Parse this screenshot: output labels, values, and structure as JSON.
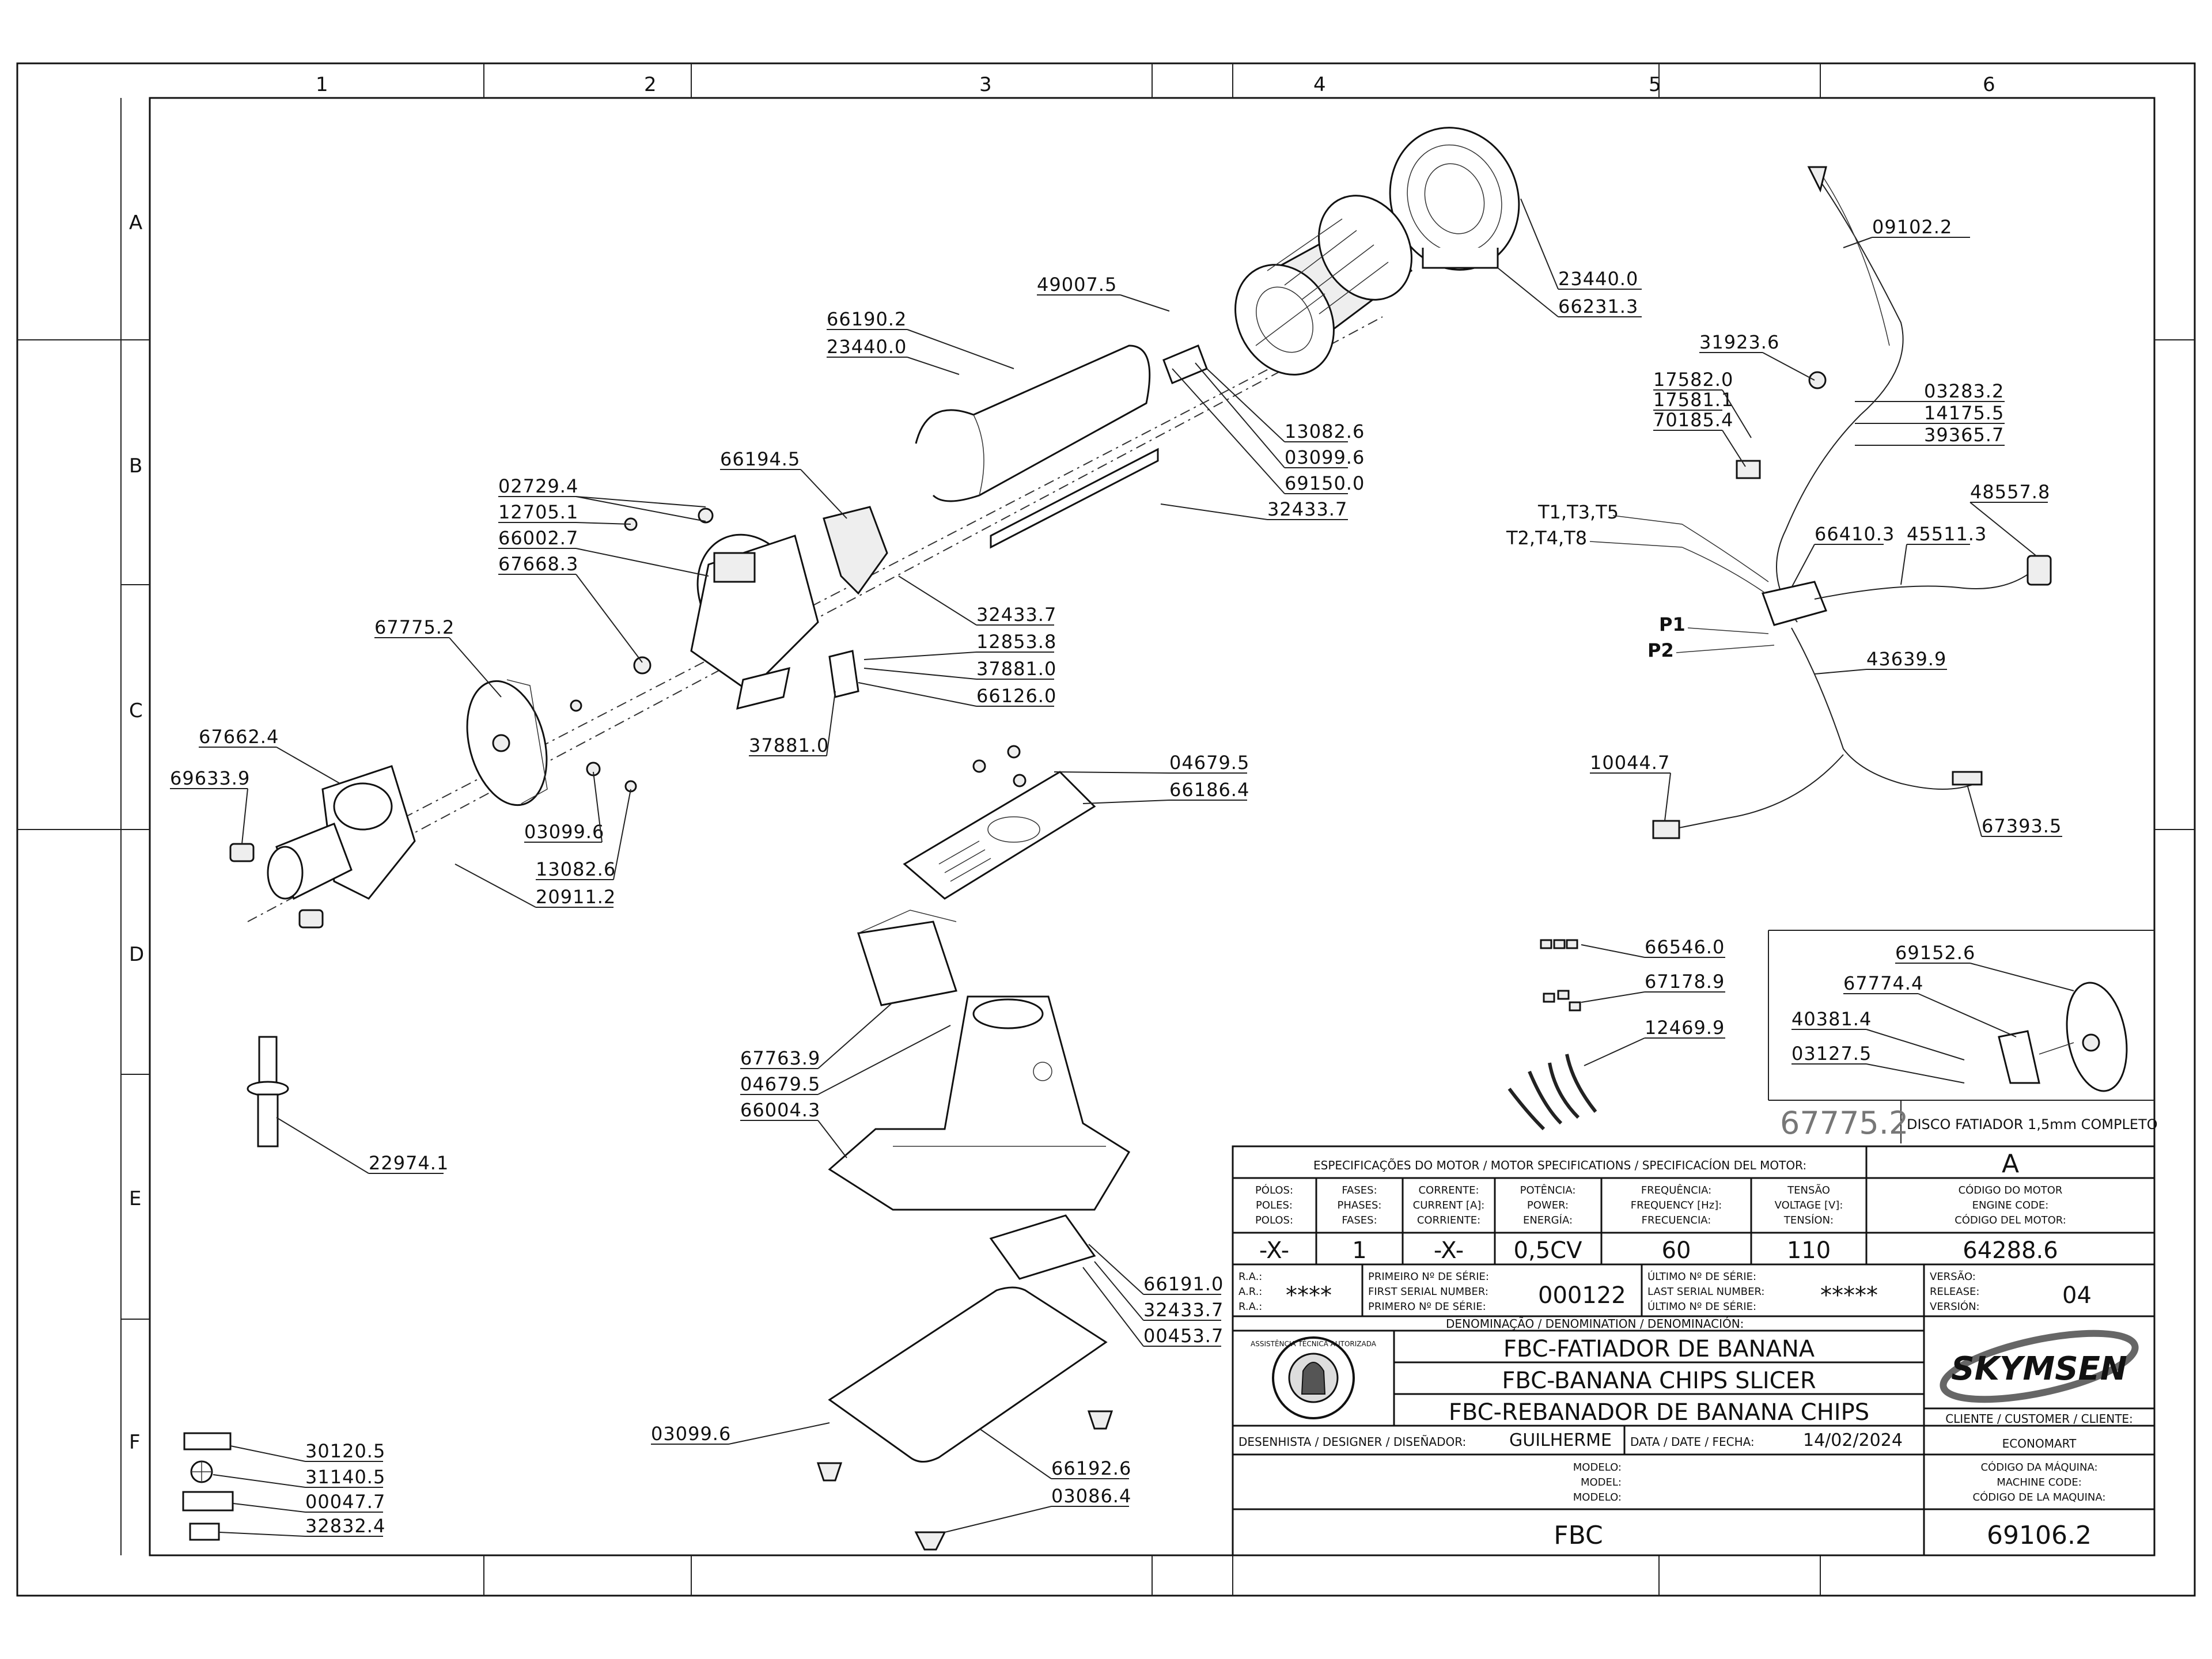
{
  "grid": {
    "columns": [
      "1",
      "2",
      "3",
      "4",
      "5",
      "6"
    ],
    "rows": [
      "A",
      "B",
      "C",
      "D",
      "E",
      "F"
    ]
  },
  "parts": [
    {
      "code": "09102.2"
    },
    {
      "code": "49007.5"
    },
    {
      "code": "23440.0"
    },
    {
      "code": "66231.3"
    },
    {
      "code": "66190.2"
    },
    {
      "code": "23440.0"
    },
    {
      "code": "31923.6"
    },
    {
      "code": "17582.0"
    },
    {
      "code": "17581.1"
    },
    {
      "code": "70185.4"
    },
    {
      "code": "03283.2"
    },
    {
      "code": "14175.5"
    },
    {
      "code": "39365.7"
    },
    {
      "code": "13082.6"
    },
    {
      "code": "03099.6"
    },
    {
      "code": "69150.0"
    },
    {
      "code": "32433.7"
    },
    {
      "code": "66194.5"
    },
    {
      "code": "02729.4"
    },
    {
      "code": "12705.1"
    },
    {
      "code": "66002.7"
    },
    {
      "code": "67668.3"
    },
    {
      "code": "32433.7"
    },
    {
      "code": "12853.8"
    },
    {
      "code": "37881.0"
    },
    {
      "code": "66126.0"
    },
    {
      "code": "37881.0"
    },
    {
      "code": "67775.2"
    },
    {
      "code": "67662.4"
    },
    {
      "code": "69633.9"
    },
    {
      "code": "03099.6"
    },
    {
      "code": "13082.6"
    },
    {
      "code": "20911.2"
    },
    {
      "code": "48557.8"
    },
    {
      "code": "66410.3"
    },
    {
      "code": "45511.3"
    },
    {
      "code": "43639.9"
    },
    {
      "code": "10044.7"
    },
    {
      "code": "67393.5"
    },
    {
      "code": "04679.5"
    },
    {
      "code": "66186.4"
    },
    {
      "code": "66546.0"
    },
    {
      "code": "67178.9"
    },
    {
      "code": "12469.9"
    },
    {
      "code": "69152.6"
    },
    {
      "code": "67774.4"
    },
    {
      "code": "40381.4"
    },
    {
      "code": "03127.5"
    },
    {
      "code": "67763.9"
    },
    {
      "code": "04679.5"
    },
    {
      "code": "66004.3"
    },
    {
      "code": "22974.1"
    },
    {
      "code": "66191.0"
    },
    {
      "code": "32433.7"
    },
    {
      "code": "00453.7"
    },
    {
      "code": "03099.6"
    },
    {
      "code": "66192.6"
    },
    {
      "code": "03086.4"
    },
    {
      "code": "30120.5"
    },
    {
      "code": "31140.5"
    },
    {
      "code": "00047.7"
    },
    {
      "code": "32832.4"
    }
  ],
  "wiring": {
    "t_top": "T1,T3,T5",
    "t_bottom": "T2,T4,T8",
    "p1": "P1",
    "p2": "P2"
  },
  "detail": {
    "code": "67775.2",
    "description": "DISCO FATIADOR 1,5mm COMPLETO"
  },
  "title_block": {
    "motor_header": "ESPECIFICAÇÕES DO MOTOR / MOTOR SPECIFICATIONS / SPECIFICACÍON DEL MOTOR:",
    "revision": "A",
    "poles_label": [
      "PÓLOS:",
      "POLES:",
      "POLOS:"
    ],
    "phases_label": [
      "FASES:",
      "PHASES:",
      "FASES:"
    ],
    "current_label": [
      "CORRENTE:",
      "CURRENT [A]:",
      "CORRIENTE:"
    ],
    "power_label": [
      "POTÊNCIA:",
      "POWER:",
      "ENERGÍA:"
    ],
    "frequency_label": [
      "FREQUÊNCIA:",
      "FREQUENCY [Hz]:",
      "FRECUENCIA:"
    ],
    "voltage_label": [
      "TENSÃO",
      "VOLTAGE [V]:",
      "TENSÍON:"
    ],
    "engine_label": [
      "CÓDIGO DO MOTOR",
      "ENGINE CODE:",
      "CÓDIGO DEL MOTOR:"
    ],
    "poles": "-X-",
    "phases": "1",
    "current": "-X-",
    "power": "0,5CV",
    "frequency": "60",
    "voltage": "110",
    "engine_code": "64288.6",
    "ra_label": [
      "R.A.:",
      "A.R.:",
      "R.A.:"
    ],
    "ra": "****",
    "first_serial_label": [
      "PRIMEIRO Nº DE SÉRIE:",
      "FIRST SERIAL NUMBER:",
      "PRIMERO Nº DE SÉRIE:"
    ],
    "first_serial": "000122",
    "last_serial_label": [
      "ÚLTIMO Nº DE SÉRIE:",
      "LAST SERIAL NUMBER:",
      "ÚLTIMO Nº DE SÉRIE:"
    ],
    "last_serial": "*****",
    "version_label": [
      "VERSÃO:",
      "RELEASE:",
      "VERSIÓN:"
    ],
    "version": "04",
    "denomination_label": "DENOMINAÇÃO / DENOMINATION / DENOMINACIÓN:",
    "name_pt": "FBC-FATIADOR DE BANANA",
    "name_en": "FBC-BANANA CHIPS SLICER",
    "name_es": "FBC-REBANADOR DE BANANA CHIPS",
    "brand": "SKYMSEN",
    "seal_text": "ASSISTÊNCIA TÉCNICA AUTORIZADA",
    "client_label": "CLIENTE / CUSTOMER / CLIENTE:",
    "client": "ECONOMART",
    "designer_label": "DESENHISTA / DESIGNER / DISEÑADOR:",
    "designer": "GUILHERME",
    "date_label": "DATA / DATE / FECHA:",
    "date": "14/02/2024",
    "model_label": [
      "MODELO:",
      "MODEL:",
      "MODELO:"
    ],
    "model": "FBC",
    "machine_code_label": [
      "CÓDIGO DA MÁQUINA:",
      "MACHINE CODE:",
      "CÓDIGO DE LA MAQUINA:"
    ],
    "machine_code": "69106.2"
  }
}
